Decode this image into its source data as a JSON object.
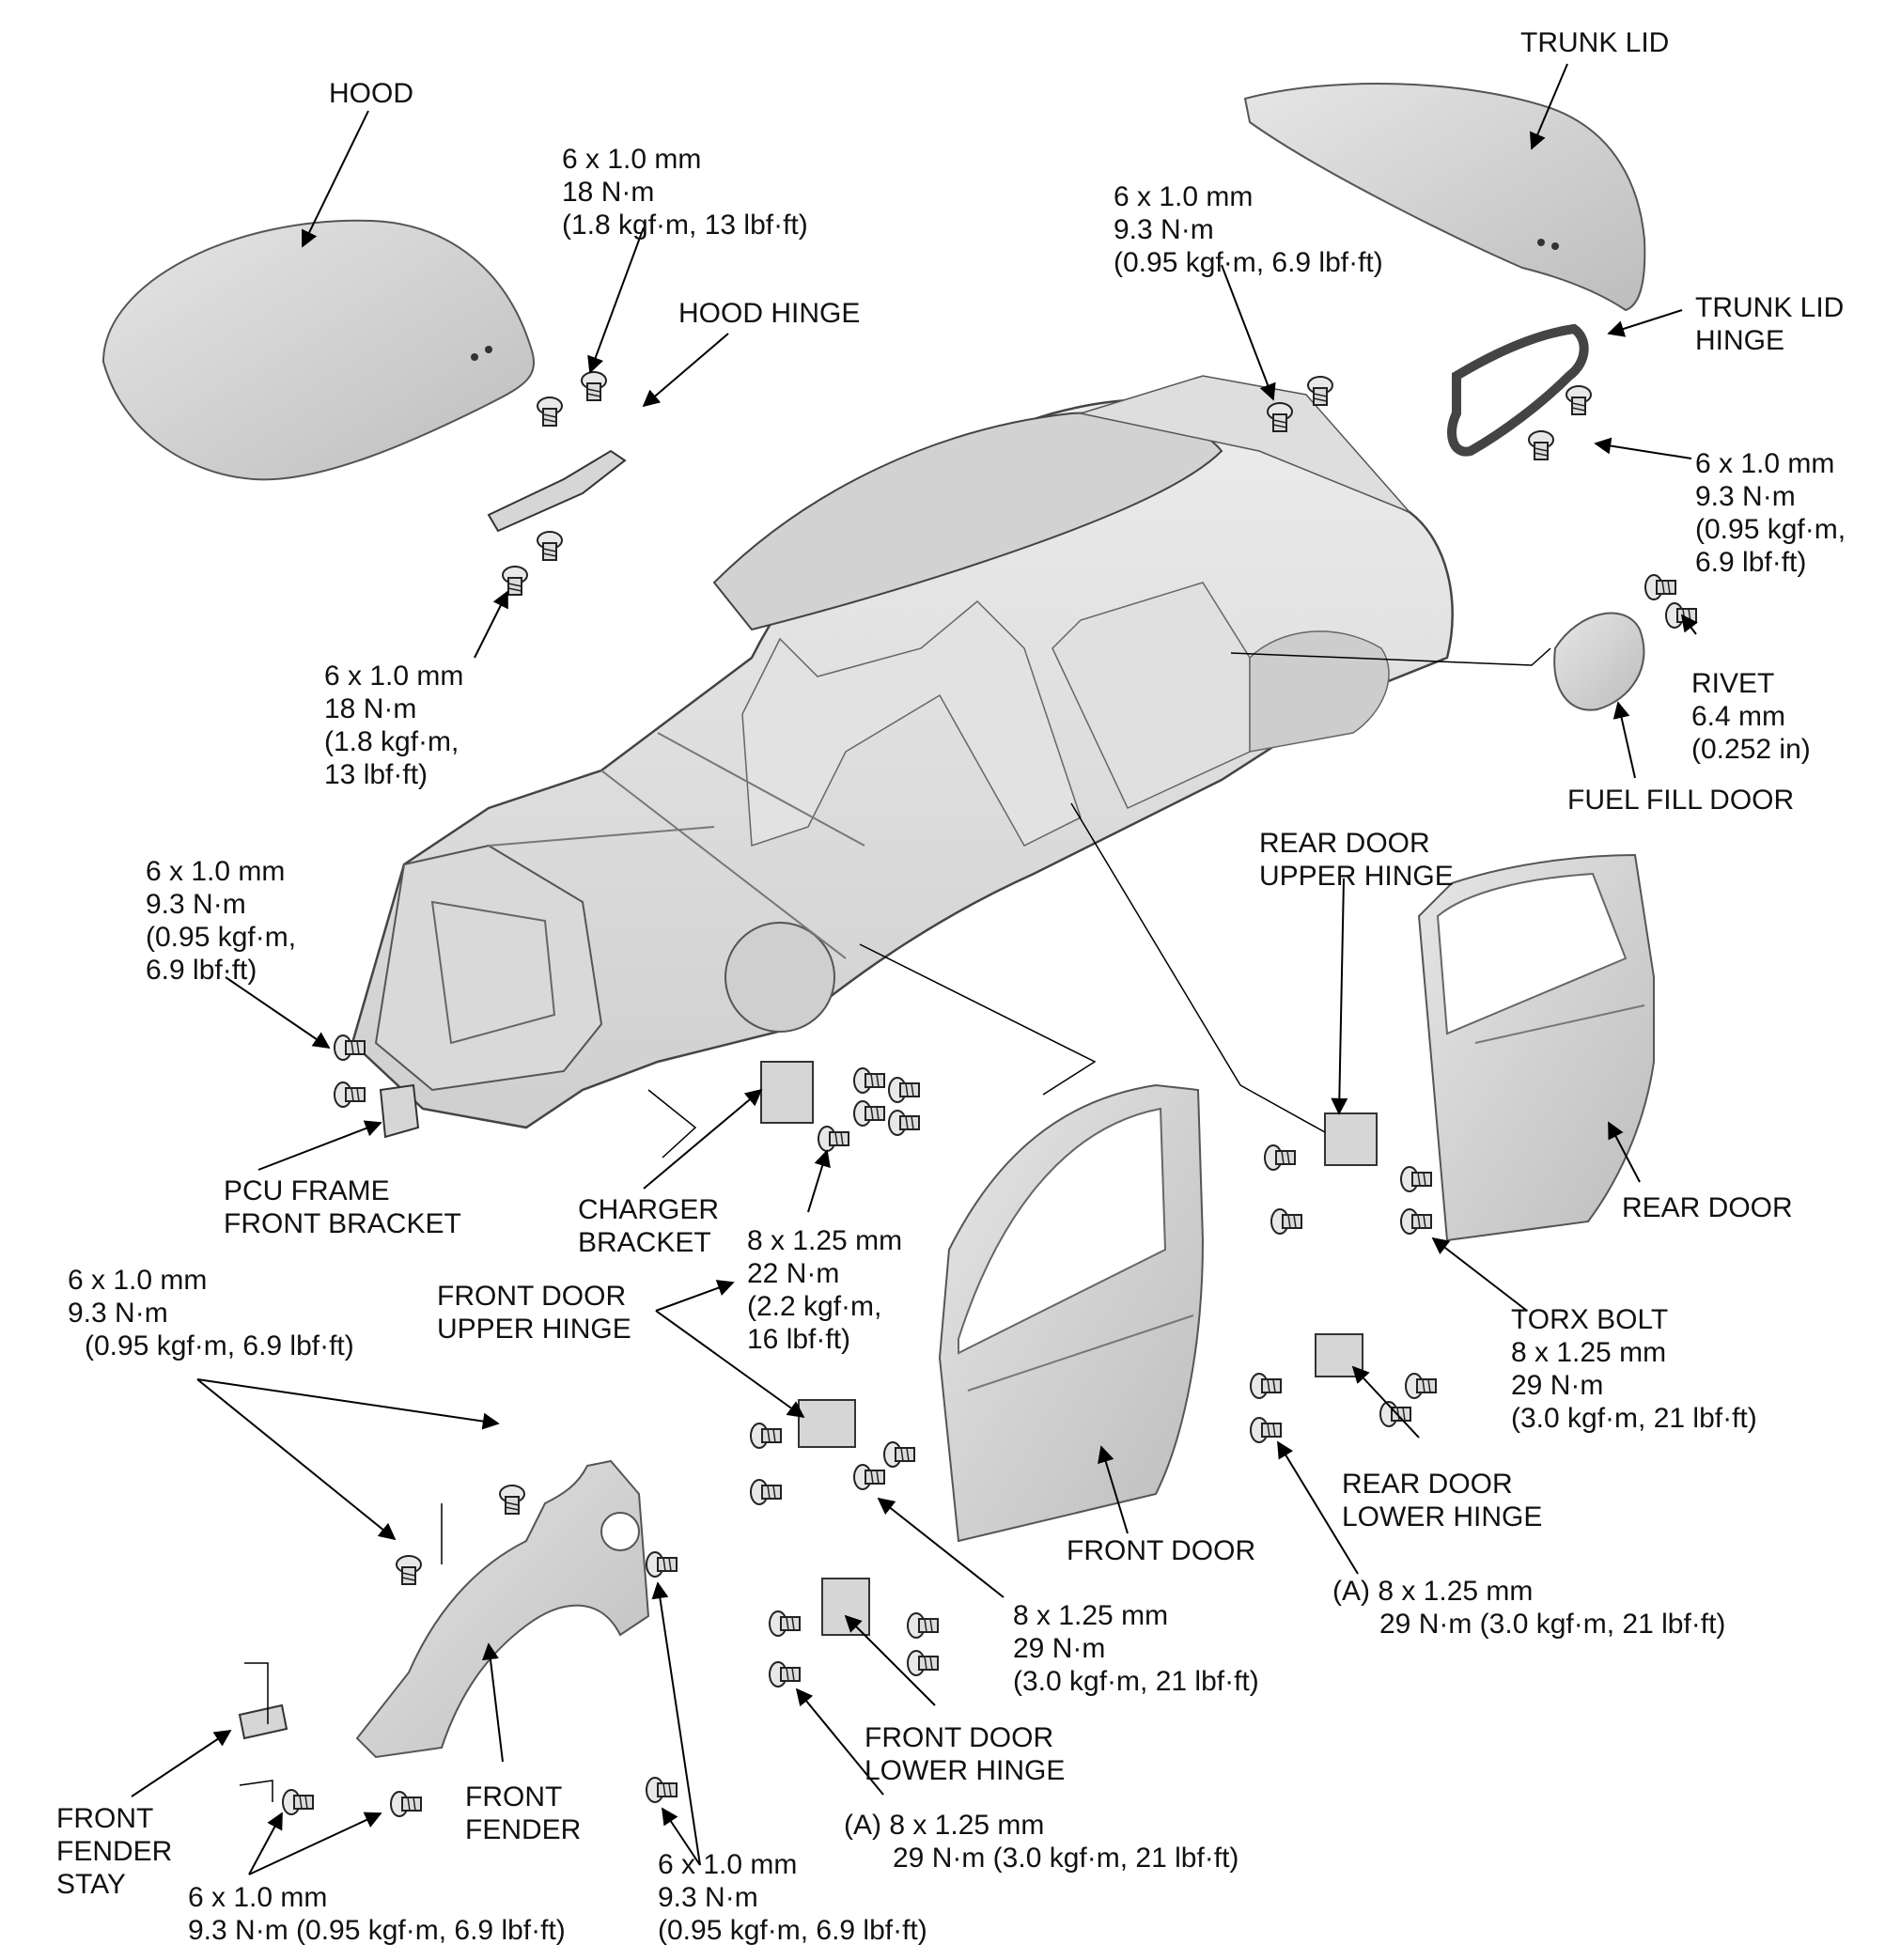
{
  "labels": {
    "hood": [
      "HOOD"
    ],
    "hood_bolt_top": [
      "6 x 1.0 mm",
      "18 N·m",
      "(1.8 kgf·m, 13 lbf·ft)"
    ],
    "hood_hinge": [
      "HOOD HINGE"
    ],
    "hood_bolt_lower": [
      "6 x 1.0 mm",
      "18 N·m",
      "(1.8 kgf·m,",
      "13 lbf·ft)"
    ],
    "trunk_lid": [
      "TRUNK LID"
    ],
    "trunk_bolt_top": [
      "6 x 1.0 mm",
      "9.3 N·m",
      "(0.95 kgf·m, 6.9 lbf·ft)"
    ],
    "trunk_lid_hinge": [
      "TRUNK LID",
      "HINGE"
    ],
    "trunk_hinge_bolt": [
      "6 x 1.0 mm",
      "9.3 N·m",
      "(0.95 kgf·m,",
      "6.9 lbf·ft)"
    ],
    "rivet": [
      "RIVET",
      "6.4 mm",
      "(0.252 in)"
    ],
    "fuel_fill_door": [
      "FUEL FILL DOOR"
    ],
    "pcu_bolt": [
      "6 x 1.0 mm",
      "9.3 N·m",
      "(0.95 kgf·m,",
      "6.9 lbf·ft)"
    ],
    "pcu_bracket": [
      "PCU FRAME",
      "FRONT BRACKET"
    ],
    "charger_bracket": [
      "CHARGER",
      "BRACKET"
    ],
    "charger_bolt": [
      "8 x 1.25 mm",
      "22 N·m",
      "(2.2 kgf·m,",
      "16 lbf·ft)"
    ],
    "rear_door_upper_hinge": [
      "REAR DOOR",
      "UPPER HINGE"
    ],
    "rear_door": [
      "REAR DOOR"
    ],
    "torx_bolt": [
      "TORX BOLT",
      "8 x 1.25 mm",
      "29 N·m",
      "(3.0 kgf·m, 21 lbf·ft)"
    ],
    "rear_door_lower_hinge": [
      "REAR DOOR",
      "LOWER HINGE"
    ],
    "rear_a_bolt": [
      "(A) 8 x 1.25 mm",
      "29 N·m (3.0 kgf·m, 21 lbf·ft)"
    ],
    "front_door_upper_hinge": [
      "FRONT DOOR",
      "UPPER HINGE"
    ],
    "fender_bolt_top": [
      "6 x 1.0 mm",
      "9.3 N·m",
      "(0.95 kgf·m, 6.9 lbf·ft)"
    ],
    "front_door": [
      "FRONT DOOR"
    ],
    "front_hinge_bolt": [
      "8 x 1.25 mm",
      "29 N·m",
      "(3.0 kgf·m, 21 lbf·ft)"
    ],
    "front_door_lower_hinge": [
      "FRONT DOOR",
      "LOWER HINGE"
    ],
    "front_a_bolt": [
      "(A) 8 x 1.25 mm",
      "29 N·m (3.0 kgf·m, 21 lbf·ft)"
    ],
    "front_fender": [
      "FRONT",
      "FENDER"
    ],
    "front_fender_stay": [
      "FRONT",
      "FENDER",
      "STAY"
    ],
    "fender_bolt_bottom": [
      "6 x 1.0 mm",
      "9.3 N·m (0.95 kgf·m, 6.9 lbf·ft)"
    ],
    "fender_bolt_right": [
      "6 x 1.0 mm",
      "9.3 N·m",
      "(0.95 kgf·m, 6.9 lbf·ft)"
    ]
  }
}
